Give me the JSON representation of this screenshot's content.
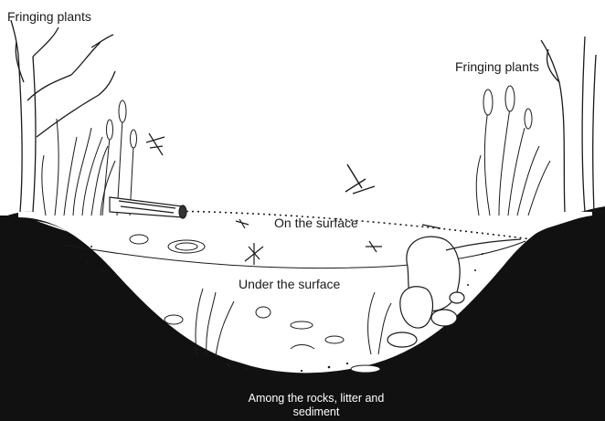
{
  "labels": {
    "fringing_plants_left": "Fringing plants",
    "fringing_plants_right": "Fringing plants",
    "on_surface": "On the surface",
    "under_surface": "Under the surface",
    "bottom": "Among the rocks, litter and sediment"
  },
  "colors": {
    "ink": "#1a1a1a",
    "sediment": "#111111",
    "water": "#ffffff",
    "bottom_text": "#ffffff"
  },
  "icons": [
    "tree",
    "reed",
    "cattail",
    "dragonfly",
    "log",
    "water-lily-pad",
    "starfish-like-insect",
    "rock",
    "fish",
    "water-weed"
  ]
}
